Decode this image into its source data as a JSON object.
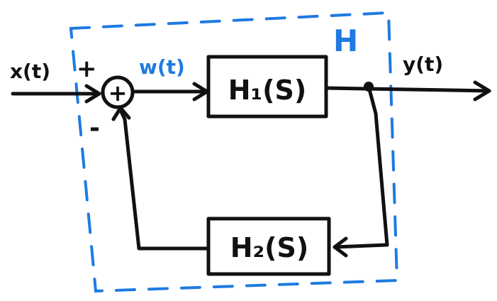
{
  "diagram": {
    "input_label": "x(t)",
    "plus_sign": "+",
    "minus_sign": "-",
    "sum_symbol": "+",
    "error_label": "w(t)",
    "output_label": "y(t)",
    "system_label": "H",
    "forward_block": "H₁(S)",
    "feedback_block": "H₂(S)",
    "ink_color": "#111111",
    "highlight_color": "#1f7ae0"
  }
}
